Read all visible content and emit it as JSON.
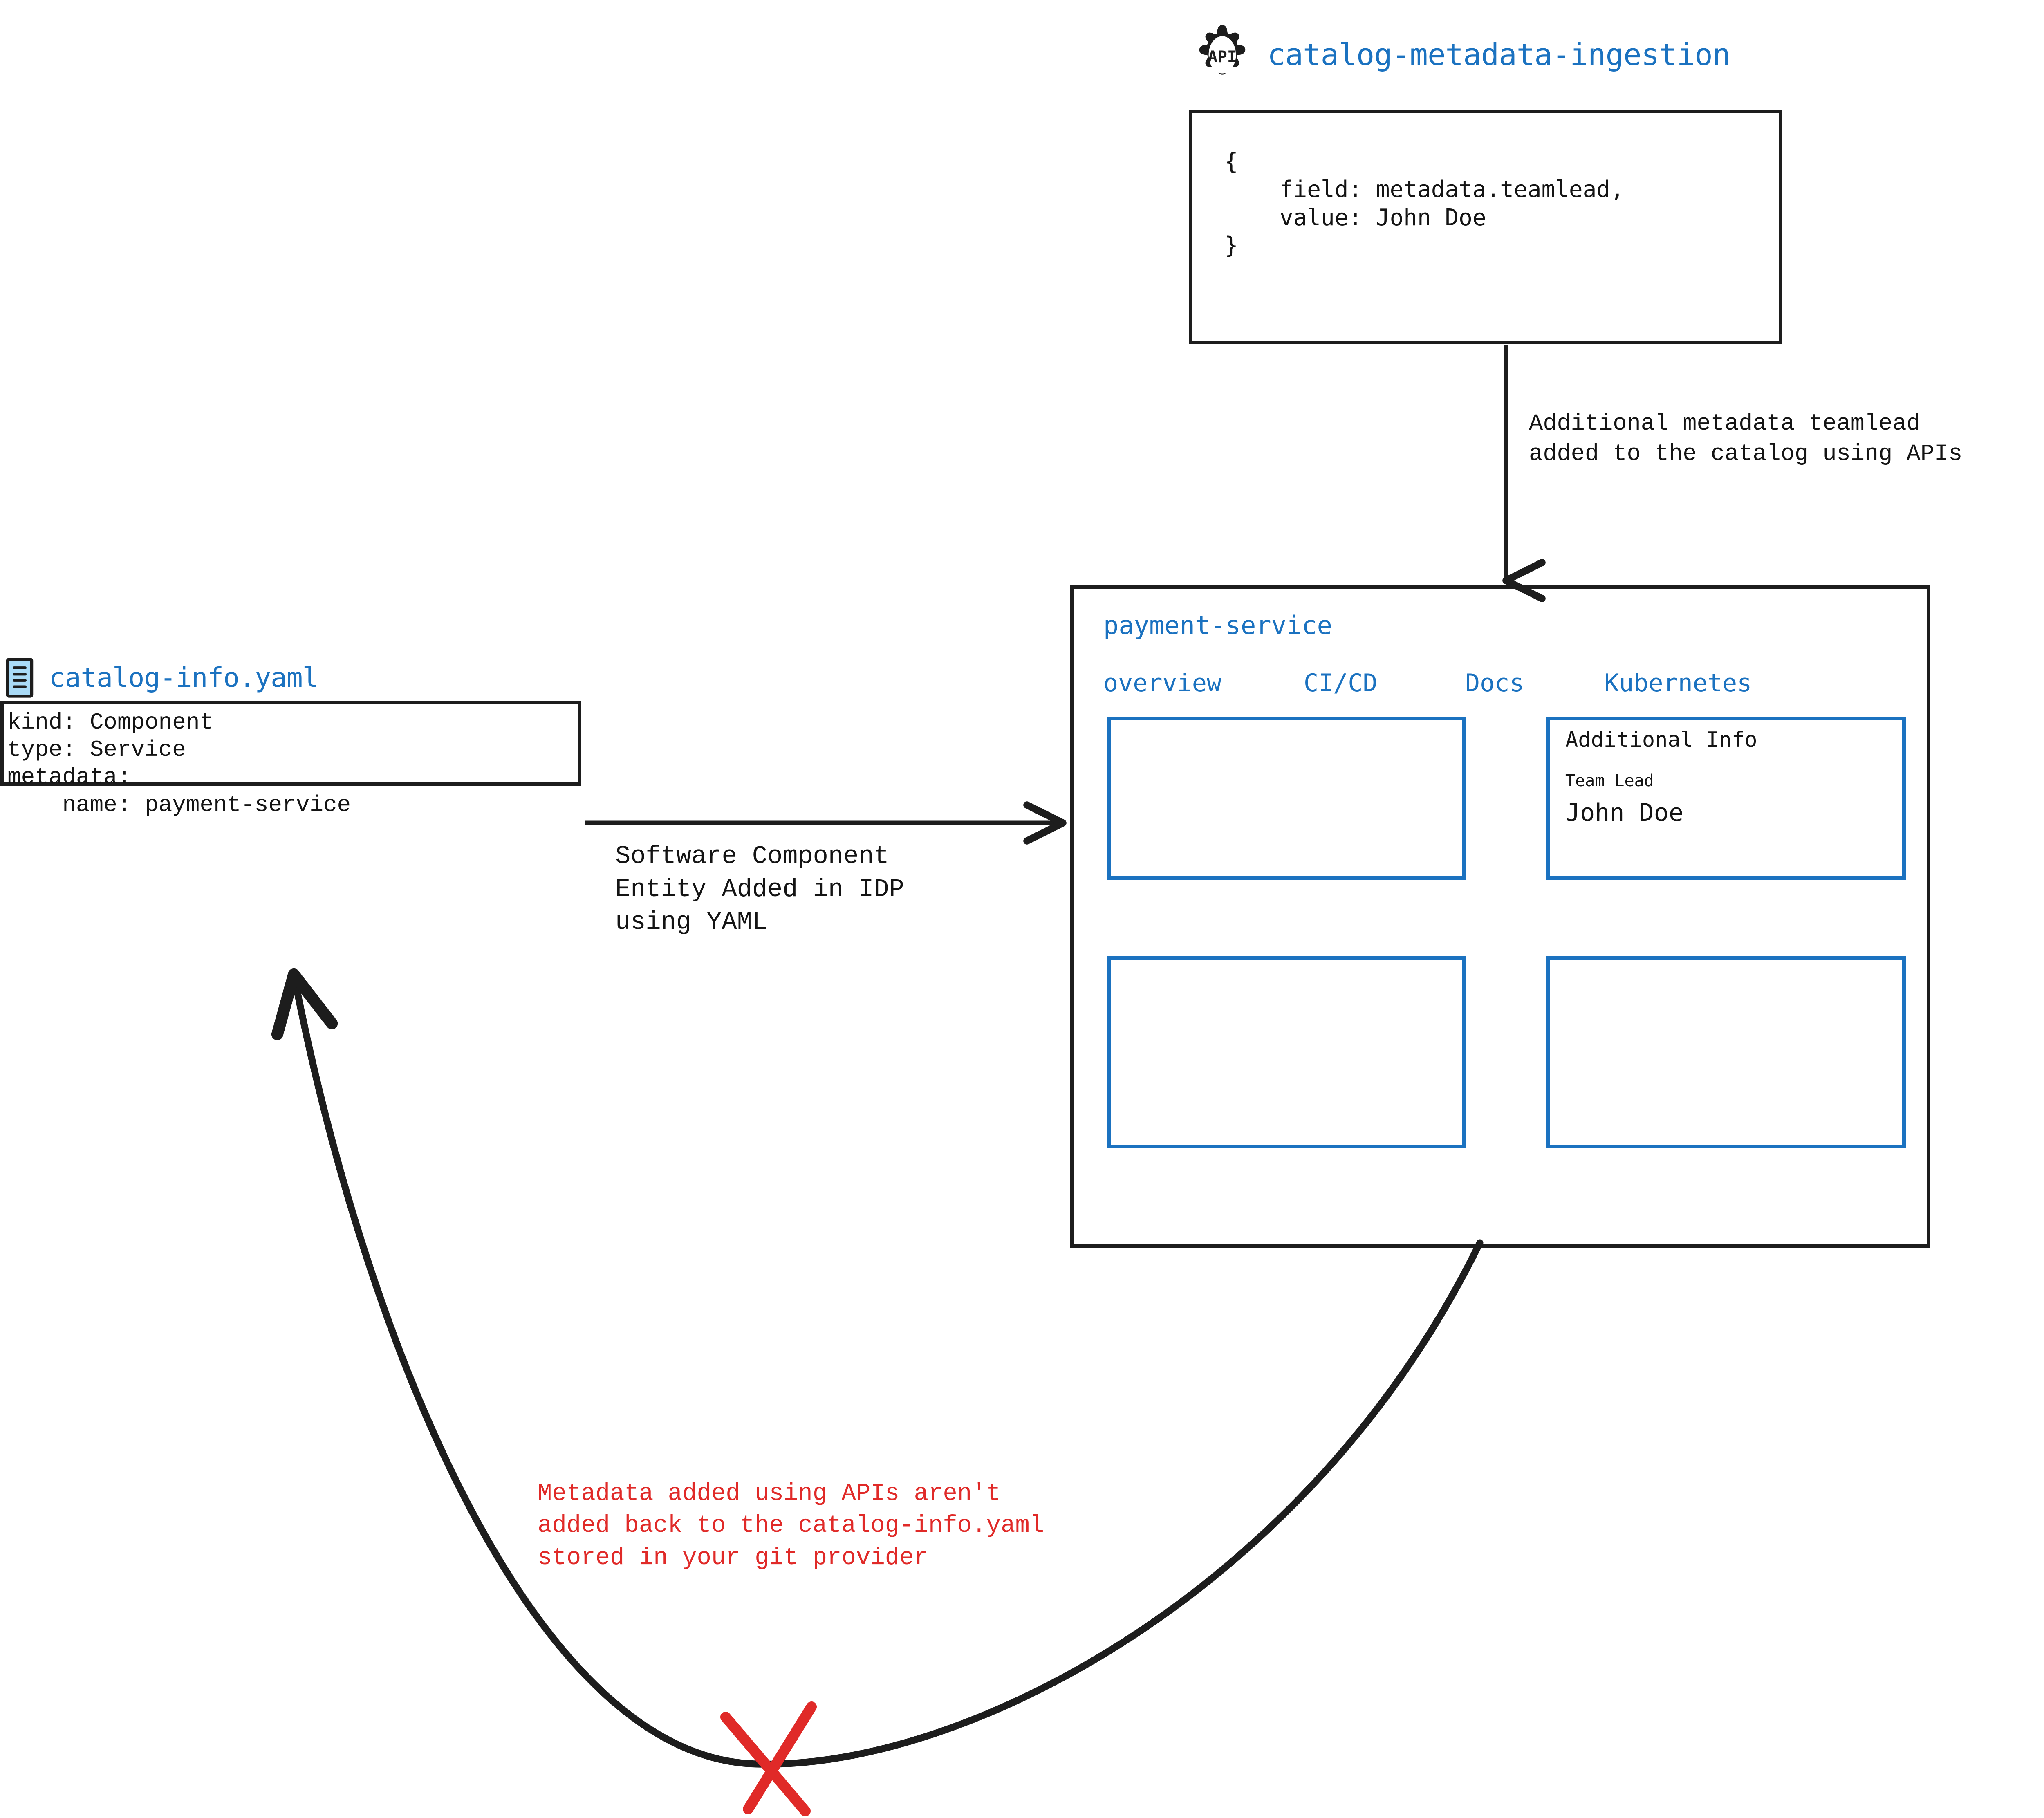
{
  "api_node": {
    "icon": "api-gear-icon",
    "icon_label": "API",
    "title": "catalog-metadata-ingestion",
    "code": "{\n    field: metadata.teamlead,\n    value: John Doe\n}"
  },
  "vertical_arrow": {
    "label": "Additional metadata teamlead\nadded to the catalog using APIs"
  },
  "yaml_node": {
    "icon": "yaml-file-icon",
    "title": "catalog-info.yaml",
    "code": "kind: Component\ntype: Service\nmetadata:\n    name: payment-service"
  },
  "yaml_arrow": {
    "label": "Software Component\nEntity Added in IDP\nusing YAML"
  },
  "idp_panel": {
    "title": "payment-service",
    "tabs": [
      {
        "label": "overview"
      },
      {
        "label": "CI/CD"
      },
      {
        "label": "Docs"
      },
      {
        "label": "Kubernetes"
      }
    ],
    "cards": [
      {
        "title": "",
        "sublabel": "",
        "value": ""
      },
      {
        "title": "Additional Info",
        "sublabel": "Team Lead",
        "value": "John Doe"
      },
      {
        "title": "",
        "sublabel": "",
        "value": ""
      },
      {
        "title": "",
        "sublabel": "",
        "value": ""
      }
    ]
  },
  "warning": {
    "text": "Metadata added using APIs aren't\nadded back to the catalog-info.yaml\nstored in your git provider",
    "marker": "red-x-marker"
  },
  "colors": {
    "accent_blue": "#1b72c0",
    "stroke_black": "#1d1d1d",
    "warning_red": "#e02a28",
    "yaml_icon_fill": "#aadbf7"
  }
}
